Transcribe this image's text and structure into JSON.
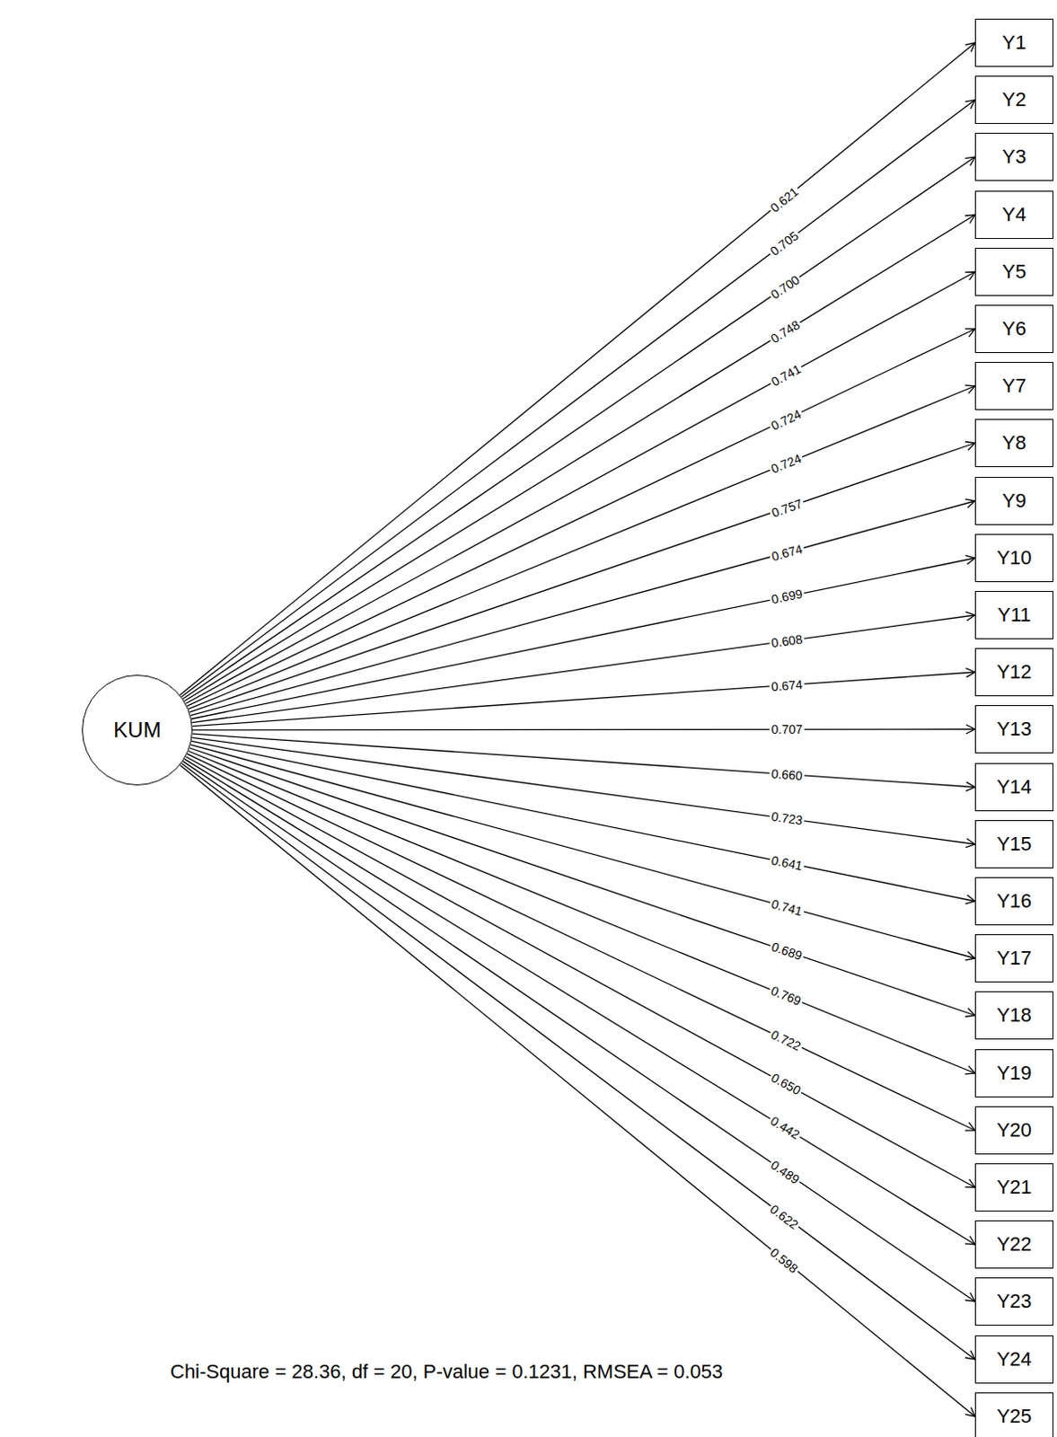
{
  "diagram": {
    "nodes": [
      {
        "text": [
          "KUM"
        ]
      },
      {
        "text": [
          "Y1"
        ]
      },
      {
        "text": [
          "Y2"
        ]
      },
      {
        "text": [
          "Y3"
        ]
      },
      {
        "text": [
          "Y4"
        ]
      },
      {
        "text": [
          "Y5"
        ]
      },
      {
        "text": [
          "Y6"
        ]
      },
      {
        "text": [
          "Y7"
        ]
      },
      {
        "text": [
          "Y8"
        ]
      },
      {
        "text": [
          "Y9"
        ]
      },
      {
        "text": [
          "Y10"
        ]
      },
      {
        "text": [
          "Y11"
        ]
      },
      {
        "text": [
          "Y12"
        ]
      },
      {
        "text": [
          "Y13"
        ]
      },
      {
        "text": [
          "Y14"
        ]
      },
      {
        "text": [
          "Y15"
        ]
      },
      {
        "text": [
          "Y16"
        ]
      },
      {
        "text": [
          "Y17"
        ]
      },
      {
        "text": [
          "Y18"
        ]
      },
      {
        "text": [
          "Y19"
        ]
      },
      {
        "text": [
          "Y20"
        ]
      },
      {
        "text": [
          "Y21"
        ]
      },
      {
        "text": [
          "Y22"
        ]
      },
      {
        "text": [
          "Y23"
        ]
      },
      {
        "text": [
          "Y24"
        ]
      },
      {
        "text": [
          "Y25"
        ]
      }
    ],
    "edges": [
      {
        "from": 0,
        "to": 1,
        "label": "0.621",
        "arrow": "to"
      },
      {
        "from": 0,
        "to": 2,
        "label": "0.705",
        "arrow": "to"
      },
      {
        "from": 0,
        "to": 3,
        "label": "0.700",
        "arrow": "to"
      },
      {
        "from": 0,
        "to": 4,
        "label": "0.748",
        "arrow": "to"
      },
      {
        "from": 0,
        "to": 5,
        "label": "0.741",
        "arrow": "to"
      },
      {
        "from": 0,
        "to": 6,
        "label": "0.724",
        "arrow": "to"
      },
      {
        "from": 0,
        "to": 7,
        "label": "0.724",
        "arrow": "to"
      },
      {
        "from": 0,
        "to": 8,
        "label": "0.757",
        "arrow": "to"
      },
      {
        "from": 0,
        "to": 9,
        "label": "0.674",
        "arrow": "to"
      },
      {
        "from": 0,
        "to": 10,
        "label": "0.699",
        "arrow": "to"
      },
      {
        "from": 0,
        "to": 11,
        "label": "0.608",
        "arrow": "to"
      },
      {
        "from": 0,
        "to": 12,
        "label": "0.674",
        "arrow": "to"
      },
      {
        "from": 0,
        "to": 13,
        "label": "0.707",
        "arrow": "to"
      },
      {
        "from": 0,
        "to": 14,
        "label": "0.660",
        "arrow": "to"
      },
      {
        "from": 0,
        "to": 15,
        "label": "0.723",
        "arrow": "to"
      },
      {
        "from": 0,
        "to": 16,
        "label": "0.641",
        "arrow": "to"
      },
      {
        "from": 0,
        "to": 17,
        "label": "0.741",
        "arrow": "to"
      },
      {
        "from": 0,
        "to": 18,
        "label": "0.689",
        "arrow": "to"
      },
      {
        "from": 0,
        "to": 19,
        "label": "0.769",
        "arrow": "to"
      },
      {
        "from": 0,
        "to": 20,
        "label": "0.722",
        "arrow": "to"
      },
      {
        "from": 0,
        "to": 21,
        "label": "0.650",
        "arrow": "to"
      },
      {
        "from": 0,
        "to": 22,
        "label": "0.442",
        "arrow": "to"
      },
      {
        "from": 0,
        "to": 23,
        "label": "0.489",
        "arrow": "to"
      },
      {
        "from": 0,
        "to": 24,
        "label": "0.622",
        "arrow": "to"
      },
      {
        "from": 0,
        "to": 25,
        "label": "0.598",
        "arrow": "to"
      }
    ],
    "labels": [
      "Chi-Square = 28.36, df = 20, P-value = 0.1231, RMSEA = 0.053"
    ]
  }
}
